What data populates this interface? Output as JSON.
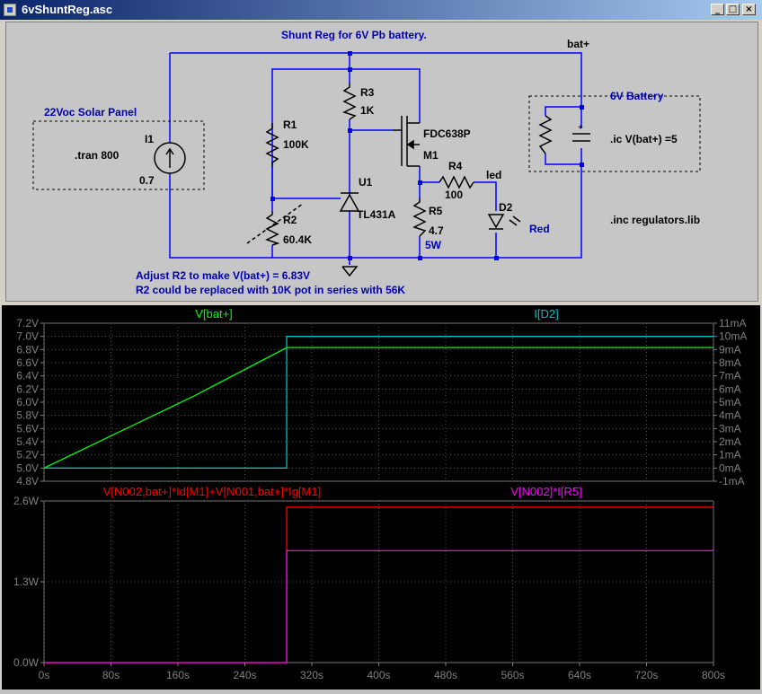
{
  "window": {
    "title": "6vShuntReg.asc"
  },
  "schematic": {
    "title": "Shunt Reg for 6V Pb battery.",
    "net_bat": "bat+",
    "net_led": "led",
    "solar_box": "22Voc Solar Panel",
    "battery_box": "6V Battery",
    "i1_name": "I1",
    "i1_tran": ".tran 800",
    "i1_value": "0.7",
    "r1_name": "R1",
    "r1_value": "100K",
    "r2_name": "R2",
    "r2_value": "60.4K",
    "r3_name": "R3",
    "r3_value": "1K",
    "r4_name": "R4",
    "r4_value": "100",
    "r5_name": "R5",
    "r5_value": "4.7",
    "r5_power": "5W",
    "m1_part": "FDC638P",
    "m1_name": "M1",
    "u1_name": "U1",
    "u1_part": "TL431A",
    "d2_name": "D2",
    "d2_color": "Red",
    "ic_directive": ".ic V(bat+) =5",
    "inc_directive": ".inc regulators.lib",
    "note_line1": "Adjust R2 to make V(bat+) = 6.83V",
    "note_line2": "R2 could be replaced with 10K pot in series with 56K",
    "colors": {
      "wire": "#0000ff",
      "component": "#000000",
      "label": "#0000b0",
      "background": "#c6c6c6"
    }
  },
  "chart_data": [
    {
      "type": "line",
      "series": [
        {
          "name": "V[bat+]",
          "color": "#00ff00",
          "axis": "left",
          "x": [
            0,
            180,
            290,
            800
          ],
          "y": [
            5.0,
            6.1,
            6.83,
            6.83
          ]
        },
        {
          "name": "I[D2]",
          "color": "#00c0c0",
          "axis": "right",
          "x": [
            0,
            290,
            290,
            800
          ],
          "y": [
            0,
            0,
            10.0,
            10.0
          ]
        }
      ],
      "left_ticks": [
        "7.2V",
        "7.0V",
        "6.8V",
        "6.6V",
        "6.4V",
        "6.2V",
        "6.0V",
        "5.8V",
        "5.6V",
        "5.4V",
        "5.2V",
        "5.0V",
        "4.8V"
      ],
      "right_ticks": [
        "11mA",
        "10mA",
        "9mA",
        "8mA",
        "7mA",
        "6mA",
        "5mA",
        "4mA",
        "3mA",
        "2mA",
        "1mA",
        "0mA",
        "-1mA"
      ],
      "ylim": [
        4.8,
        7.2
      ],
      "y2lim": [
        -1,
        11
      ],
      "xlim": [
        0,
        800
      ],
      "grid": true
    },
    {
      "type": "line",
      "series": [
        {
          "name": "V[N002,bat+]*Id[M1]+V[N001,bat+]*Ig[M1]",
          "color": "#ff0000",
          "x": [
            0,
            290,
            290,
            800
          ],
          "y": [
            0,
            0,
            2.5,
            2.5
          ]
        },
        {
          "name": "V[N002]*I[R5]",
          "color": "#ff00ff",
          "x": [
            0,
            290,
            290,
            800
          ],
          "y": [
            0,
            0,
            1.8,
            1.8
          ]
        }
      ],
      "left_ticks": [
        "2.6W",
        "1.3W",
        "0.0W"
      ],
      "x_ticks": [
        "0s",
        "80s",
        "160s",
        "240s",
        "320s",
        "400s",
        "480s",
        "560s",
        "640s",
        "720s",
        "800s"
      ],
      "ylim": [
        0,
        2.6
      ],
      "xlim": [
        0,
        800
      ],
      "grid": true
    }
  ]
}
